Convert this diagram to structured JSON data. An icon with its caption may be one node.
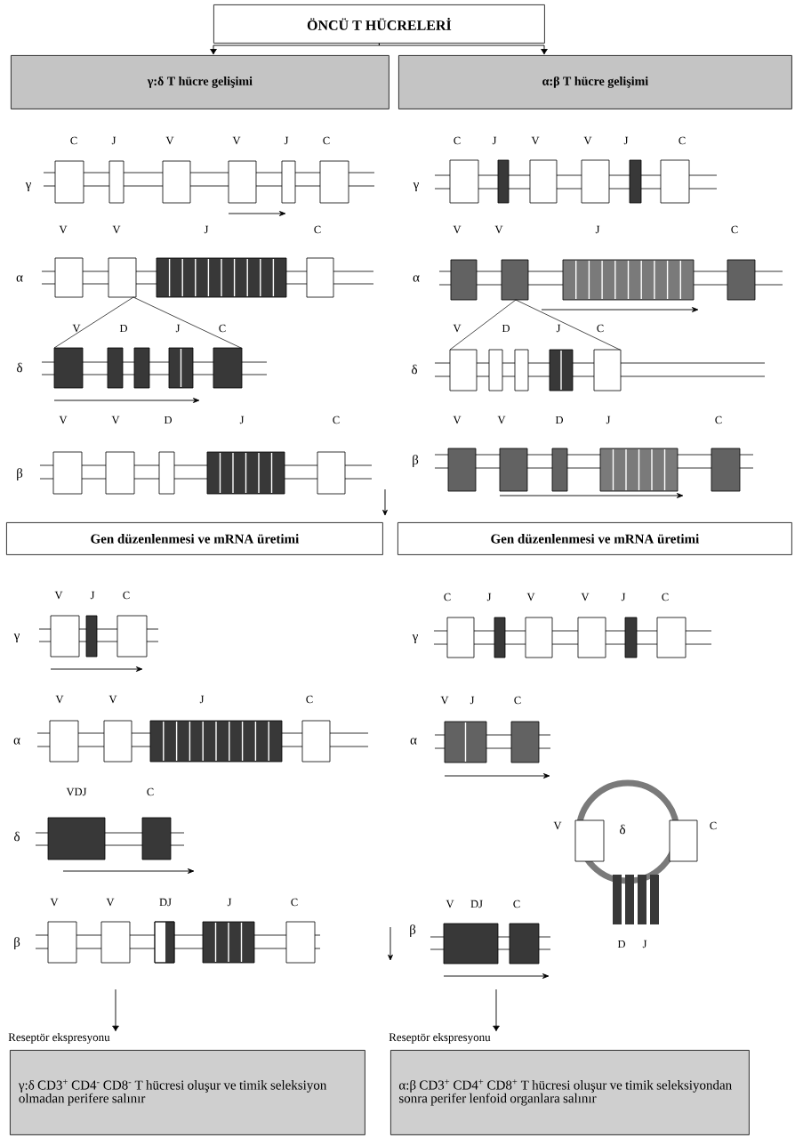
{
  "diagram": {
    "nodes": [
      {
        "text": [
          "ÖNCÜ T HÜCRELERİ"
        ]
      },
      {
        "text": [
          "γ:δ T hücre gelişimi"
        ]
      },
      {
        "text": [
          "α:β T hücre gelişimi"
        ]
      },
      {
        "text": [
          "Gen düzenlenmesi ve mRNA üretimi"
        ]
      },
      {
        "text": [
          "Gen düzenlenmesi ve mRNA üretimi"
        ]
      },
      {
        "text": [
          "γ:δ CD3$^{+}$ CD4$^{-}$ CD8$^{-}$ T hücresi oluşur ve timik seleksiyon olmadan perifere salınır"
        ],
        "beside": [
          "Reseptör ekspresyonu"
        ]
      },
      {
        "text": [
          "α:β CD3$^{+}$ CD4$^{+}$ CD8$^{+}$ T hücresi oluşur ve timik seleksiyondan sonra perifer lenfoid organlara salınır"
        ],
        "beside": [
          "Reseptör ekspresyonu"
        ]
      }
    ],
    "edges": [
      {
        "from": 0,
        "to": 1,
        "arrow": "to"
      },
      {
        "from": 0,
        "to": 2,
        "arrow": "to"
      },
      {
        "from": null,
        "to": 5,
        "arrow": "to"
      },
      {
        "from": null,
        "to": 6,
        "arrow": "to"
      }
    ],
    "labels": [
      "C",
      "J",
      "V",
      "V",
      "J",
      "C",
      "γ",
      "C",
      "J",
      "V",
      "V",
      "J",
      "C",
      "γ",
      "V",
      "V",
      "J",
      "C",
      "α",
      "V",
      "V",
      "J",
      "C",
      "α",
      "V",
      "D",
      "J",
      "C",
      "δ",
      "V",
      "D",
      "J",
      "C",
      "δ",
      "V",
      "V",
      "D",
      "J",
      "C",
      "β",
      "V",
      "V",
      "D",
      "J",
      "C",
      "β",
      "V",
      "J",
      "C",
      "γ",
      "C",
      "J",
      "V",
      "V",
      "J",
      "C",
      "γ",
      "V",
      "V",
      "J",
      "C",
      "α",
      "V",
      "J",
      "C",
      "α",
      "VDJ",
      "C",
      "δ",
      "V",
      "δ",
      "C",
      "V",
      "V",
      "DJ",
      "J",
      "C",
      "β",
      "V",
      "DJ",
      "C",
      "β",
      "D",
      "J"
    ]
  }
}
